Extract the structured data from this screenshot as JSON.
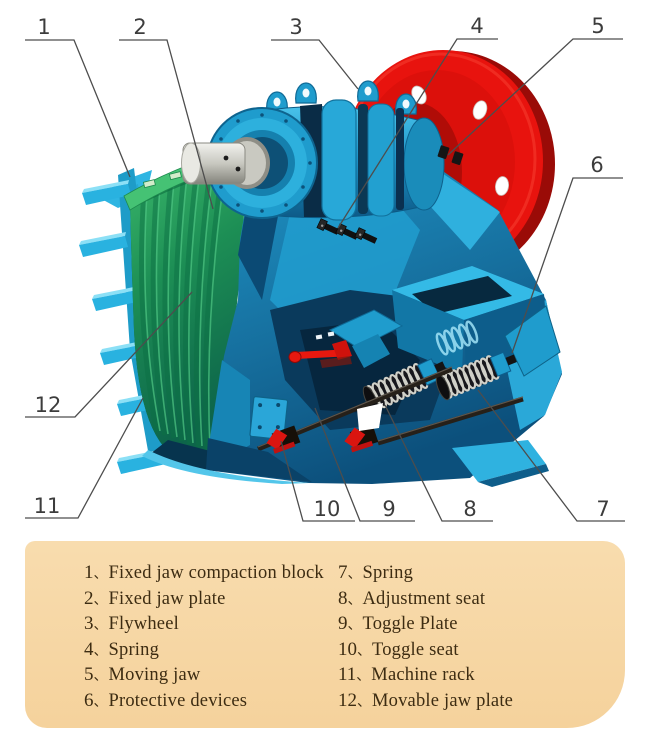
{
  "callouts": [
    {
      "num": "1"
    },
    {
      "num": "2"
    },
    {
      "num": "3"
    },
    {
      "num": "4"
    },
    {
      "num": "5"
    },
    {
      "num": "6"
    },
    {
      "num": "7"
    },
    {
      "num": "8"
    },
    {
      "num": "9"
    },
    {
      "num": "10"
    },
    {
      "num": "11"
    },
    {
      "num": "12"
    }
  ],
  "legend": {
    "separator": "、",
    "items": [
      {
        "num": "1",
        "label": "Fixed jaw compaction block"
      },
      {
        "num": "2",
        "label": "Fixed jaw plate"
      },
      {
        "num": "3",
        "label": "Flywheel"
      },
      {
        "num": "4",
        "label": "Spring"
      },
      {
        "num": "5",
        "label": "Moving jaw"
      },
      {
        "num": "6",
        "label": "Protective devices"
      },
      {
        "num": "7",
        "label": "Spring"
      },
      {
        "num": "8",
        "label": "Adjustment seat"
      },
      {
        "num": "9",
        "label": "Toggle Plate"
      },
      {
        "num": "10",
        "label": "Toggle seat"
      },
      {
        "num": "11",
        "label": "Machine rack"
      },
      {
        "num": "12",
        "label": "Movable jaw plate"
      }
    ]
  },
  "colors": {
    "machine_blue": "#1e95c8",
    "machine_cyan": "#2fb9e6",
    "flywheel_red": "#e8130e",
    "jaw_green": "#259958",
    "legend_bg": "#f6d5a2",
    "leader_line": "#4d4d4d"
  }
}
